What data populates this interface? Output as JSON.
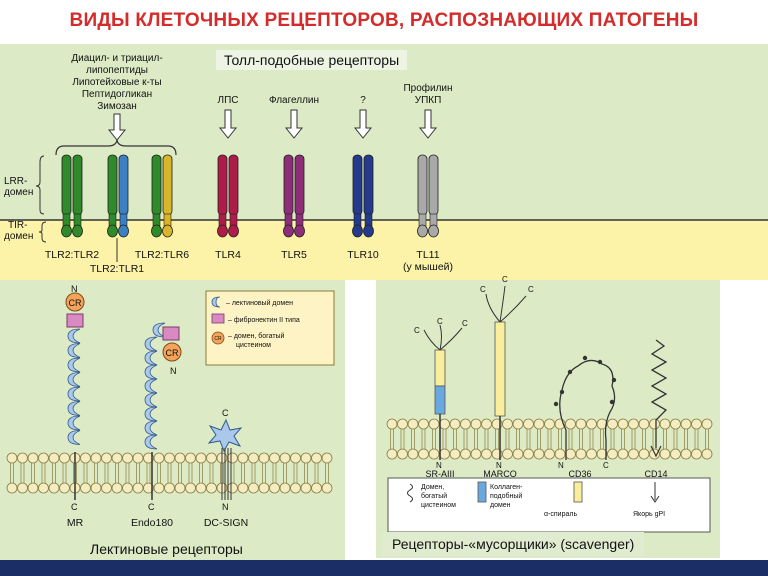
{
  "title": "ВИДЫ КЛЕТОЧНЫХ РЕЦЕПТОРОВ, РАСПОЗНАЮЩИХ ПАТОГЕНЫ",
  "toll": {
    "caption": "Толл-подобные рецепторы",
    "ligands": {
      "tlr2": [
        "Диацил- и триацил-",
        "липопептиды",
        "Липотейховые к-ты",
        "Пептидогликан",
        "Зимозан"
      ],
      "tlr4": "ЛПС",
      "tlr5": "Флагеллин",
      "tlr10": "?",
      "tlr11": [
        "Профилин",
        "УПКП"
      ]
    },
    "domain_labels": {
      "lrr": [
        "LRR-",
        "домен"
      ],
      "tir": [
        "TIR-",
        "домен"
      ]
    },
    "receptors": {
      "tlr2_tlr2": "TLR2:TLR2",
      "tlr2_tlr1": "TLR2:TLR1",
      "tlr2_tlr6": "TLR2:TLR6",
      "tlr4": "TLR4",
      "tlr5": "TLR5",
      "tlr10": "TLR10",
      "tlr11": [
        "TL11",
        "(у мышей)"
      ]
    },
    "colors": {
      "green": "#2f8a2a",
      "blue": "#3b7fc4",
      "yellow": "#d9b52a",
      "tlr4": "#b01c4a",
      "tlr5": "#8e2e78",
      "tlr10": "#243a8c",
      "tlr11": "#a9a9a9"
    }
  },
  "lectin": {
    "caption": "Лектиновые рецепторы",
    "legend": [
      {
        "icon": "lectin-domain-icon",
        "label": "– лектиновый домен"
      },
      {
        "icon": "fibronectin-icon",
        "label": "– фибронектин II типа"
      },
      {
        "icon": "cr-domain-icon",
        "label": "– домен, богатый",
        "label2": "цистеином"
      }
    ],
    "cr_label": "CR",
    "terminal_c": "C",
    "terminal_n": "N",
    "receptors": {
      "mr": "MR",
      "endo180": "Endo180",
      "dcsign": "DC-SIGN"
    }
  },
  "scav": {
    "caption": "Рецепторы-«мусорщики» (scavenger)",
    "terminal_c": "C",
    "terminal_n": "N",
    "receptors": {
      "sr_aiii": "SR-AIII",
      "marco": "MARCO",
      "cd36": "CD36",
      "cd14": "CD14"
    },
    "legend": [
      {
        "icon": "cysteine-rich-icon",
        "label": "Домен,",
        "label2": "богатый",
        "label3": "цистеином"
      },
      {
        "icon": "collagen-icon",
        "label": "Коллаген-",
        "label2": "подобный",
        "label3": "домен"
      },
      {
        "icon": "alpha-helix-icon",
        "label": "α-спираль"
      },
      {
        "icon": "gpi-anchor-icon",
        "label": "Якорь gPI"
      }
    ]
  }
}
